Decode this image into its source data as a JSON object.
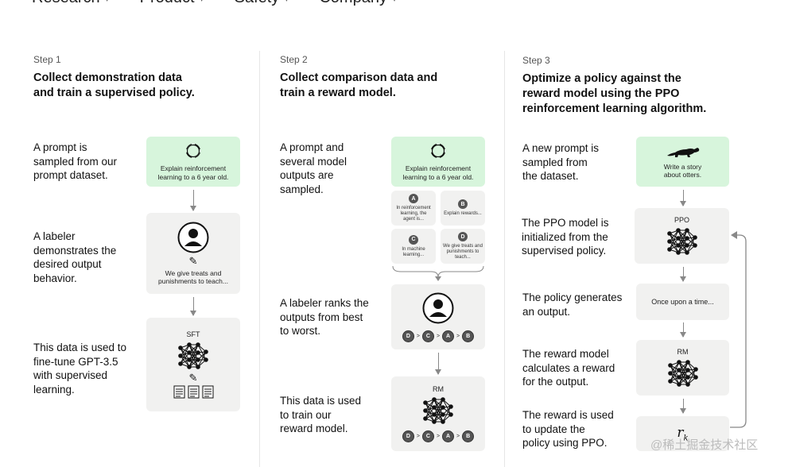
{
  "nav": {
    "items": [
      {
        "label": "Research"
      },
      {
        "label": "Product"
      },
      {
        "label": "Safety"
      },
      {
        "label": "Company"
      }
    ]
  },
  "step1": {
    "label": "Step 1",
    "title_line1": "Collect demonstration data",
    "title_line2": "and train a supervised policy.",
    "desc1": [
      "A prompt is",
      "sampled from our",
      "prompt dataset."
    ],
    "desc2": [
      "A labeler",
      "demonstrates the",
      "desired output",
      "behavior."
    ],
    "desc3": [
      "This data is used to",
      "fine-tune GPT-3.5",
      "with supervised",
      "learning."
    ],
    "prompt_card": [
      "Explain reinforcement",
      "learning to a 6 year old."
    ],
    "labeler_card": [
      "We give treats and",
      "punishments to teach..."
    ],
    "model_label": "SFT"
  },
  "step2": {
    "label": "Step 2",
    "title_line1": "Collect comparison data and",
    "title_line2": "train a reward model.",
    "desc1": [
      "A prompt and",
      "several model",
      "outputs are",
      "sampled."
    ],
    "desc2": [
      "A labeler ranks the",
      "outputs from best",
      "to worst."
    ],
    "desc3": [
      "This data is used",
      "to train our",
      "reward model."
    ],
    "prompt_card": [
      "Explain reinforcement",
      "learning to a 6 year old."
    ],
    "outputs": [
      {
        "letter": "A",
        "text": [
          "In reinforcement",
          "learning, the",
          "agent is..."
        ]
      },
      {
        "letter": "B",
        "text": [
          "Explain rewards..."
        ]
      },
      {
        "letter": "C",
        "text": [
          "In machine",
          "learning..."
        ]
      },
      {
        "letter": "D",
        "text": [
          "We give treats and",
          "punishments to",
          "teach..."
        ]
      }
    ],
    "ranking": [
      "D",
      "C",
      "A",
      "B"
    ],
    "gt": ">",
    "model_label": "RM"
  },
  "step3": {
    "label": "Step 3",
    "title_line1": "Optimize a policy against the",
    "title_line2": "reward model using the PPO",
    "title_line3": "reinforcement learning algorithm.",
    "desc1": [
      "A new prompt is",
      "sampled from",
      "the dataset."
    ],
    "desc2": [
      "The PPO model is",
      "initialized from the",
      "supervised policy."
    ],
    "desc3": [
      "The policy generates",
      "an output."
    ],
    "desc4": [
      "The reward model",
      "calculates a reward",
      "for the output."
    ],
    "desc5": [
      "The reward is used",
      "to update the",
      "policy using PPO."
    ],
    "prompt_card": [
      "Write a story",
      "about otters."
    ],
    "ppo_label": "PPO",
    "output_text": "Once upon a time...",
    "rm_label": "RM",
    "reward_symbol": "r",
    "reward_sub": "k"
  },
  "watermark": "@稀土掘金技术社区"
}
